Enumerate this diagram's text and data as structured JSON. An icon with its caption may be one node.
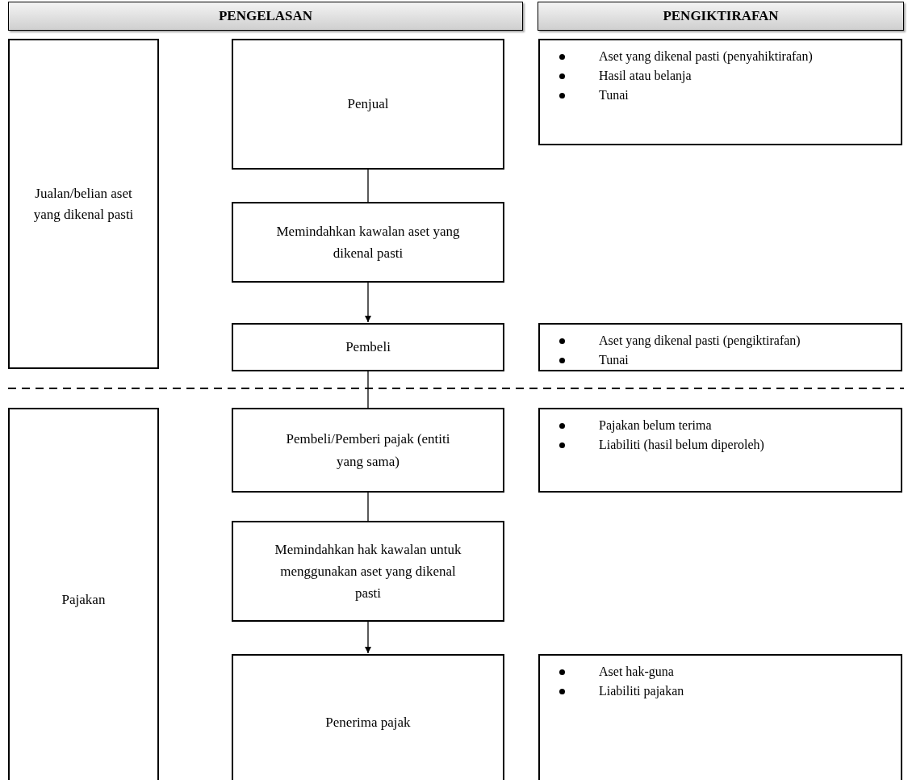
{
  "diagram": {
    "nodes": [
      {
        "text": [
          "PENGELASAN"
        ]
      },
      {
        "text": [
          "PENGIKTIRAFAN"
        ]
      },
      {
        "text": [
          "Jualan/belian aset yang dikenal pasti"
        ]
      },
      {
        "text": [
          "Penjual"
        ]
      },
      {
        "text": [
          "Memindahkan kawalan aset yang dikenal pasti"
        ]
      },
      {
        "text": [
          "Pembeli"
        ]
      },
      {
        "text": [
          "Aset yang dikenal pasti (penyahiktirafan)",
          "Hasil atau belanja",
          "Tunai"
        ]
      },
      {
        "text": [
          "Aset yang dikenal pasti (pengiktirafan)",
          "Tunai"
        ]
      },
      {
        "text": [
          "Pajakan"
        ]
      },
      {
        "text": [
          "Pembeli/Pemberi pajak (entiti yang sama)"
        ]
      },
      {
        "text": [
          "Memindahkan hak kawalan untuk menggunakan aset yang dikenal pasti"
        ]
      },
      {
        "text": [
          "Penerima pajak"
        ]
      },
      {
        "text": [
          "Pajakan belum terima",
          "Liabiliti (hasil belum diperoleh)"
        ]
      },
      {
        "text": [
          "Aset hak-guna",
          "Liabiliti pajakan"
        ]
      }
    ],
    "edges": [
      {
        "from": 3,
        "to": 4,
        "arrow": "none"
      },
      {
        "from": 4,
        "to": 5,
        "arrow": "to"
      },
      {
        "from": 5,
        "to": 9,
        "arrow": "none"
      },
      {
        "from": 9,
        "to": 10,
        "arrow": "none"
      },
      {
        "from": 10,
        "to": 11,
        "arrow": "to"
      }
    ]
  }
}
